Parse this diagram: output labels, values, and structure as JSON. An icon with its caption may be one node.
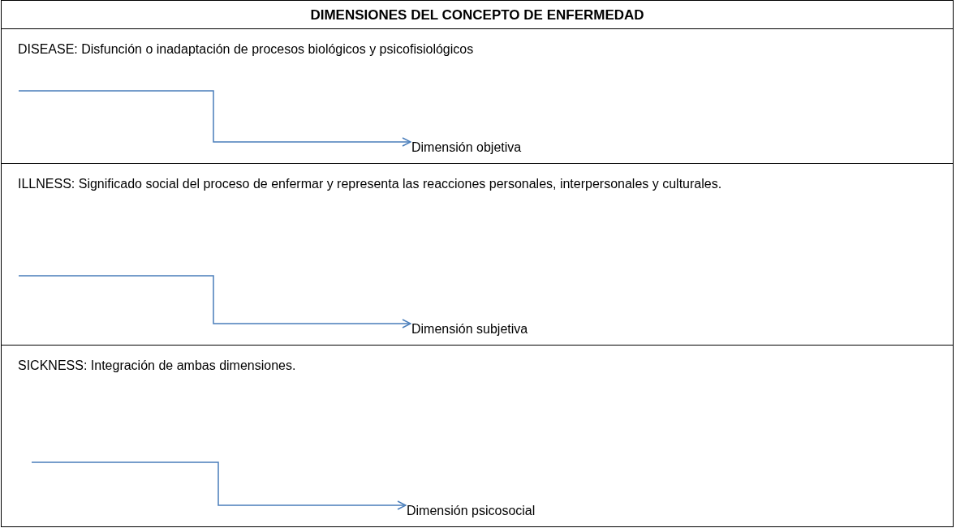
{
  "diagram": {
    "title": "DIMENSIONES DEL CONCEPTO DE ENFERMEDAD",
    "nodes": [
      {
        "text": [
          "DISEASE: Disfunción o inadaptación de procesos biológicos y psicofisiológicos"
        ]
      },
      {
        "text": [
          "Dimensión objetiva"
        ],
        "in": 0
      },
      {
        "text": [
          "ILLNESS: Significado social del proceso de enfermar y representa las reacciones personales, interpersonales y culturales."
        ]
      },
      {
        "text": [
          "Dimensión subjetiva"
        ],
        "in": 2
      },
      {
        "text": [
          "SICKNESS: Integración de ambas dimensiones."
        ]
      },
      {
        "text": [
          "Dimensión psicosocial"
        ],
        "in": 4
      }
    ],
    "edges": [
      {
        "from": null,
        "to": 1,
        "arrow": "to"
      },
      {
        "from": null,
        "to": 3,
        "arrow": "to"
      },
      {
        "from": null,
        "to": 5,
        "arrow": "to"
      }
    ]
  }
}
